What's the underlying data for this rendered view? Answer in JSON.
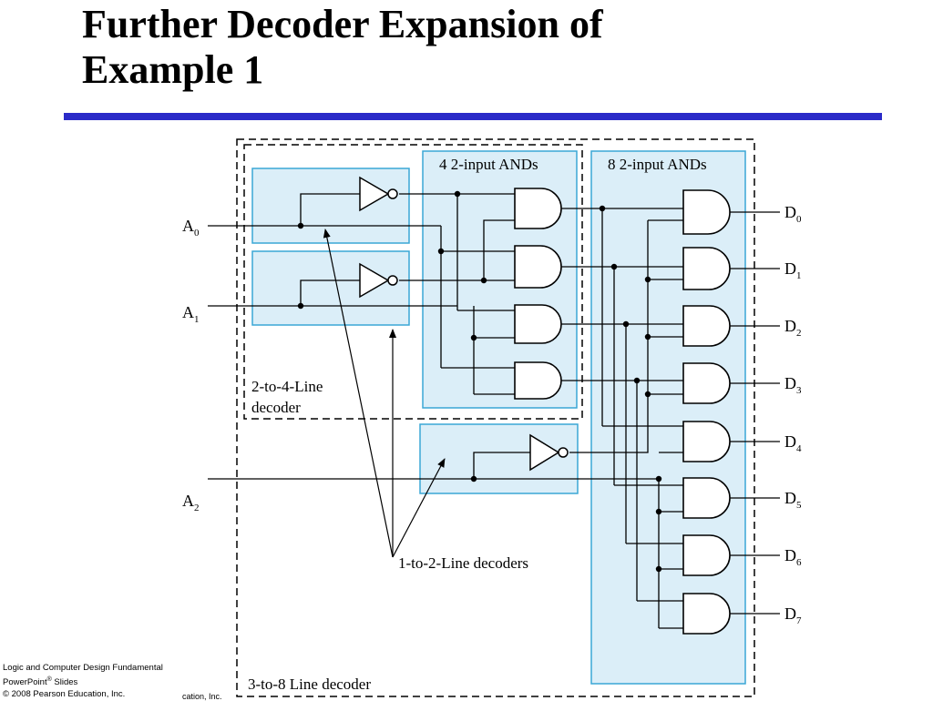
{
  "slide": {
    "title_lines": [
      "Further Decoder Expansion  of",
      "Example 1"
    ],
    "accent_color": "#2b2bc8"
  },
  "diagram": {
    "inputs": [
      {
        "letter": "A",
        "sub": "0"
      },
      {
        "letter": "A",
        "sub": "1"
      },
      {
        "letter": "A",
        "sub": "2"
      }
    ],
    "outputs": [
      {
        "letter": "D",
        "sub": "0"
      },
      {
        "letter": "D",
        "sub": "1"
      },
      {
        "letter": "D",
        "sub": "2"
      },
      {
        "letter": "D",
        "sub": "3"
      },
      {
        "letter": "D",
        "sub": "4"
      },
      {
        "letter": "D",
        "sub": "5"
      },
      {
        "letter": "D",
        "sub": "6"
      },
      {
        "letter": "D",
        "sub": "7"
      }
    ],
    "labels": {
      "four_and": "4 2-input ANDs",
      "eight_and": "8 2-input ANDs",
      "dec24_line1": "2-to-4-Line",
      "dec24_line2": "decoder",
      "dec12": "1-to-2-Line decoders",
      "dec38": "3-to-8 Line decoder"
    },
    "box_fill": "#dbeef8",
    "box_stroke": "#3aa7d6"
  },
  "footer": {
    "line1": "Logic and Computer Design Fundamental",
    "line2_a": "PowerPoint",
    "line2_sup": "®",
    "line2_b": " Slides",
    "line3": "© 2008 Pearson Education, Inc.",
    "cutoff": "cation, Inc."
  }
}
